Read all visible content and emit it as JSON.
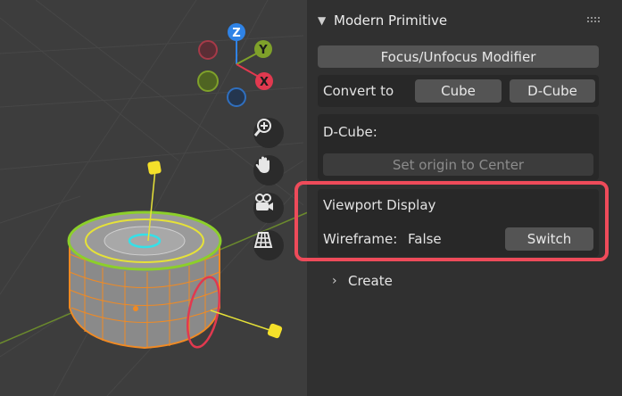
{
  "gizmo": {
    "z": "Z",
    "y": "Y",
    "x": "X"
  },
  "viewport_tools": [
    "zoom-icon",
    "pan-hand-icon",
    "camera-icon",
    "perspective-grid-icon"
  ],
  "panel": {
    "title": "Modern Primitive",
    "focus_button": "Focus/Unfocus Modifier",
    "convert_label": "Convert to",
    "convert_cube": "Cube",
    "convert_dcube": "D-Cube",
    "dcube_label": "D-Cube:",
    "set_origin": "Set origin to Center",
    "viewport_display_label": "Viewport Display",
    "wireframe_label": "Wireframe:",
    "wireframe_value": "False",
    "switch_button": "Switch",
    "create_label": "Create"
  },
  "colors": {
    "highlight": "#ee4b5a",
    "axis_x": "#e1394f",
    "axis_y": "#7fa12a",
    "axis_z": "#2f83e6",
    "selection": "#f08a24",
    "active_ring": "#e6e238"
  }
}
